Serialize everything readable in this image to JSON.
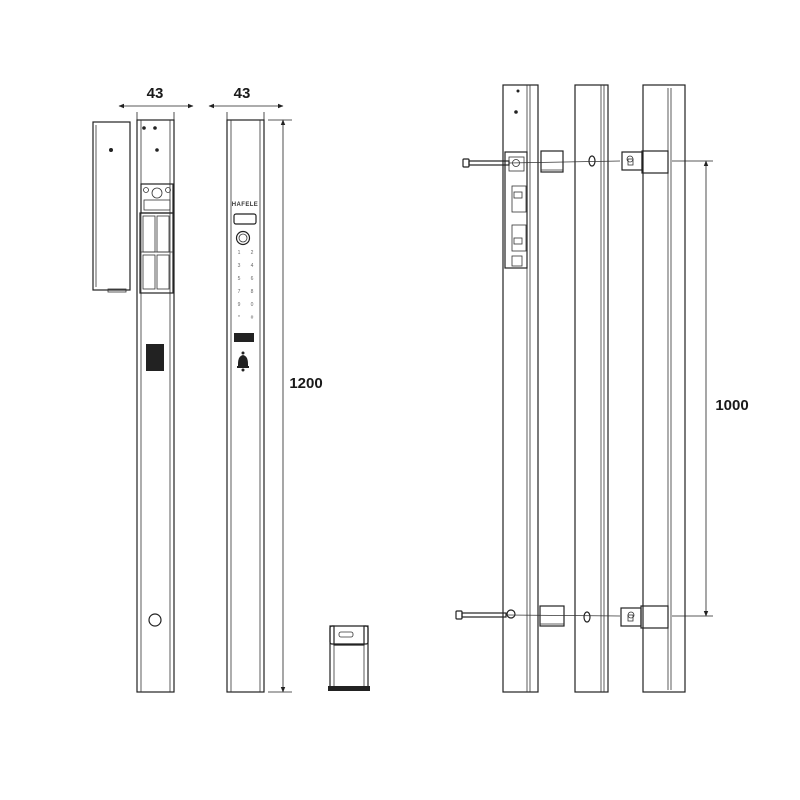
{
  "dimensions": {
    "width_back": "43",
    "width_front": "43",
    "height_total": "1200",
    "mount_spacing": "1000"
  },
  "brand": "HAFELE",
  "keypad": [
    "1",
    "2",
    "3",
    "4",
    "5",
    "6",
    "7",
    "8",
    "9",
    "0",
    "*",
    "#"
  ]
}
